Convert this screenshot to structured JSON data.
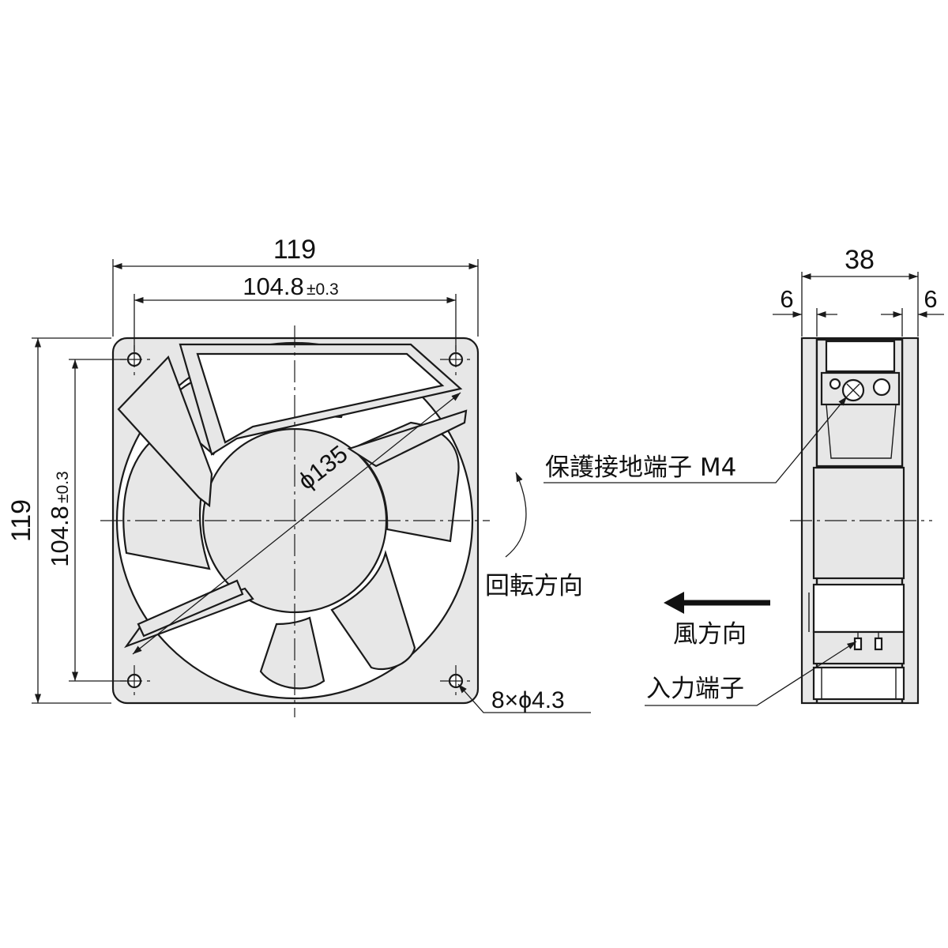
{
  "front_view": {
    "overall_width": "119",
    "hole_pitch_width": "104.8",
    "hole_pitch_width_tol": "±0.3",
    "overall_height": "119",
    "hole_pitch_height": "104.8",
    "hole_pitch_height_tol": "±0.3",
    "blade_diameter": "ϕ135",
    "mounting_holes": "8×ϕ4.3",
    "rotation_label": "回転方向"
  },
  "side_view": {
    "depth": "38",
    "left_flange": "6",
    "right_flange": "6",
    "ground_terminal_label": "保護接地端子 M4",
    "airflow_label": "風方向",
    "input_terminal_label": "入力端子"
  }
}
